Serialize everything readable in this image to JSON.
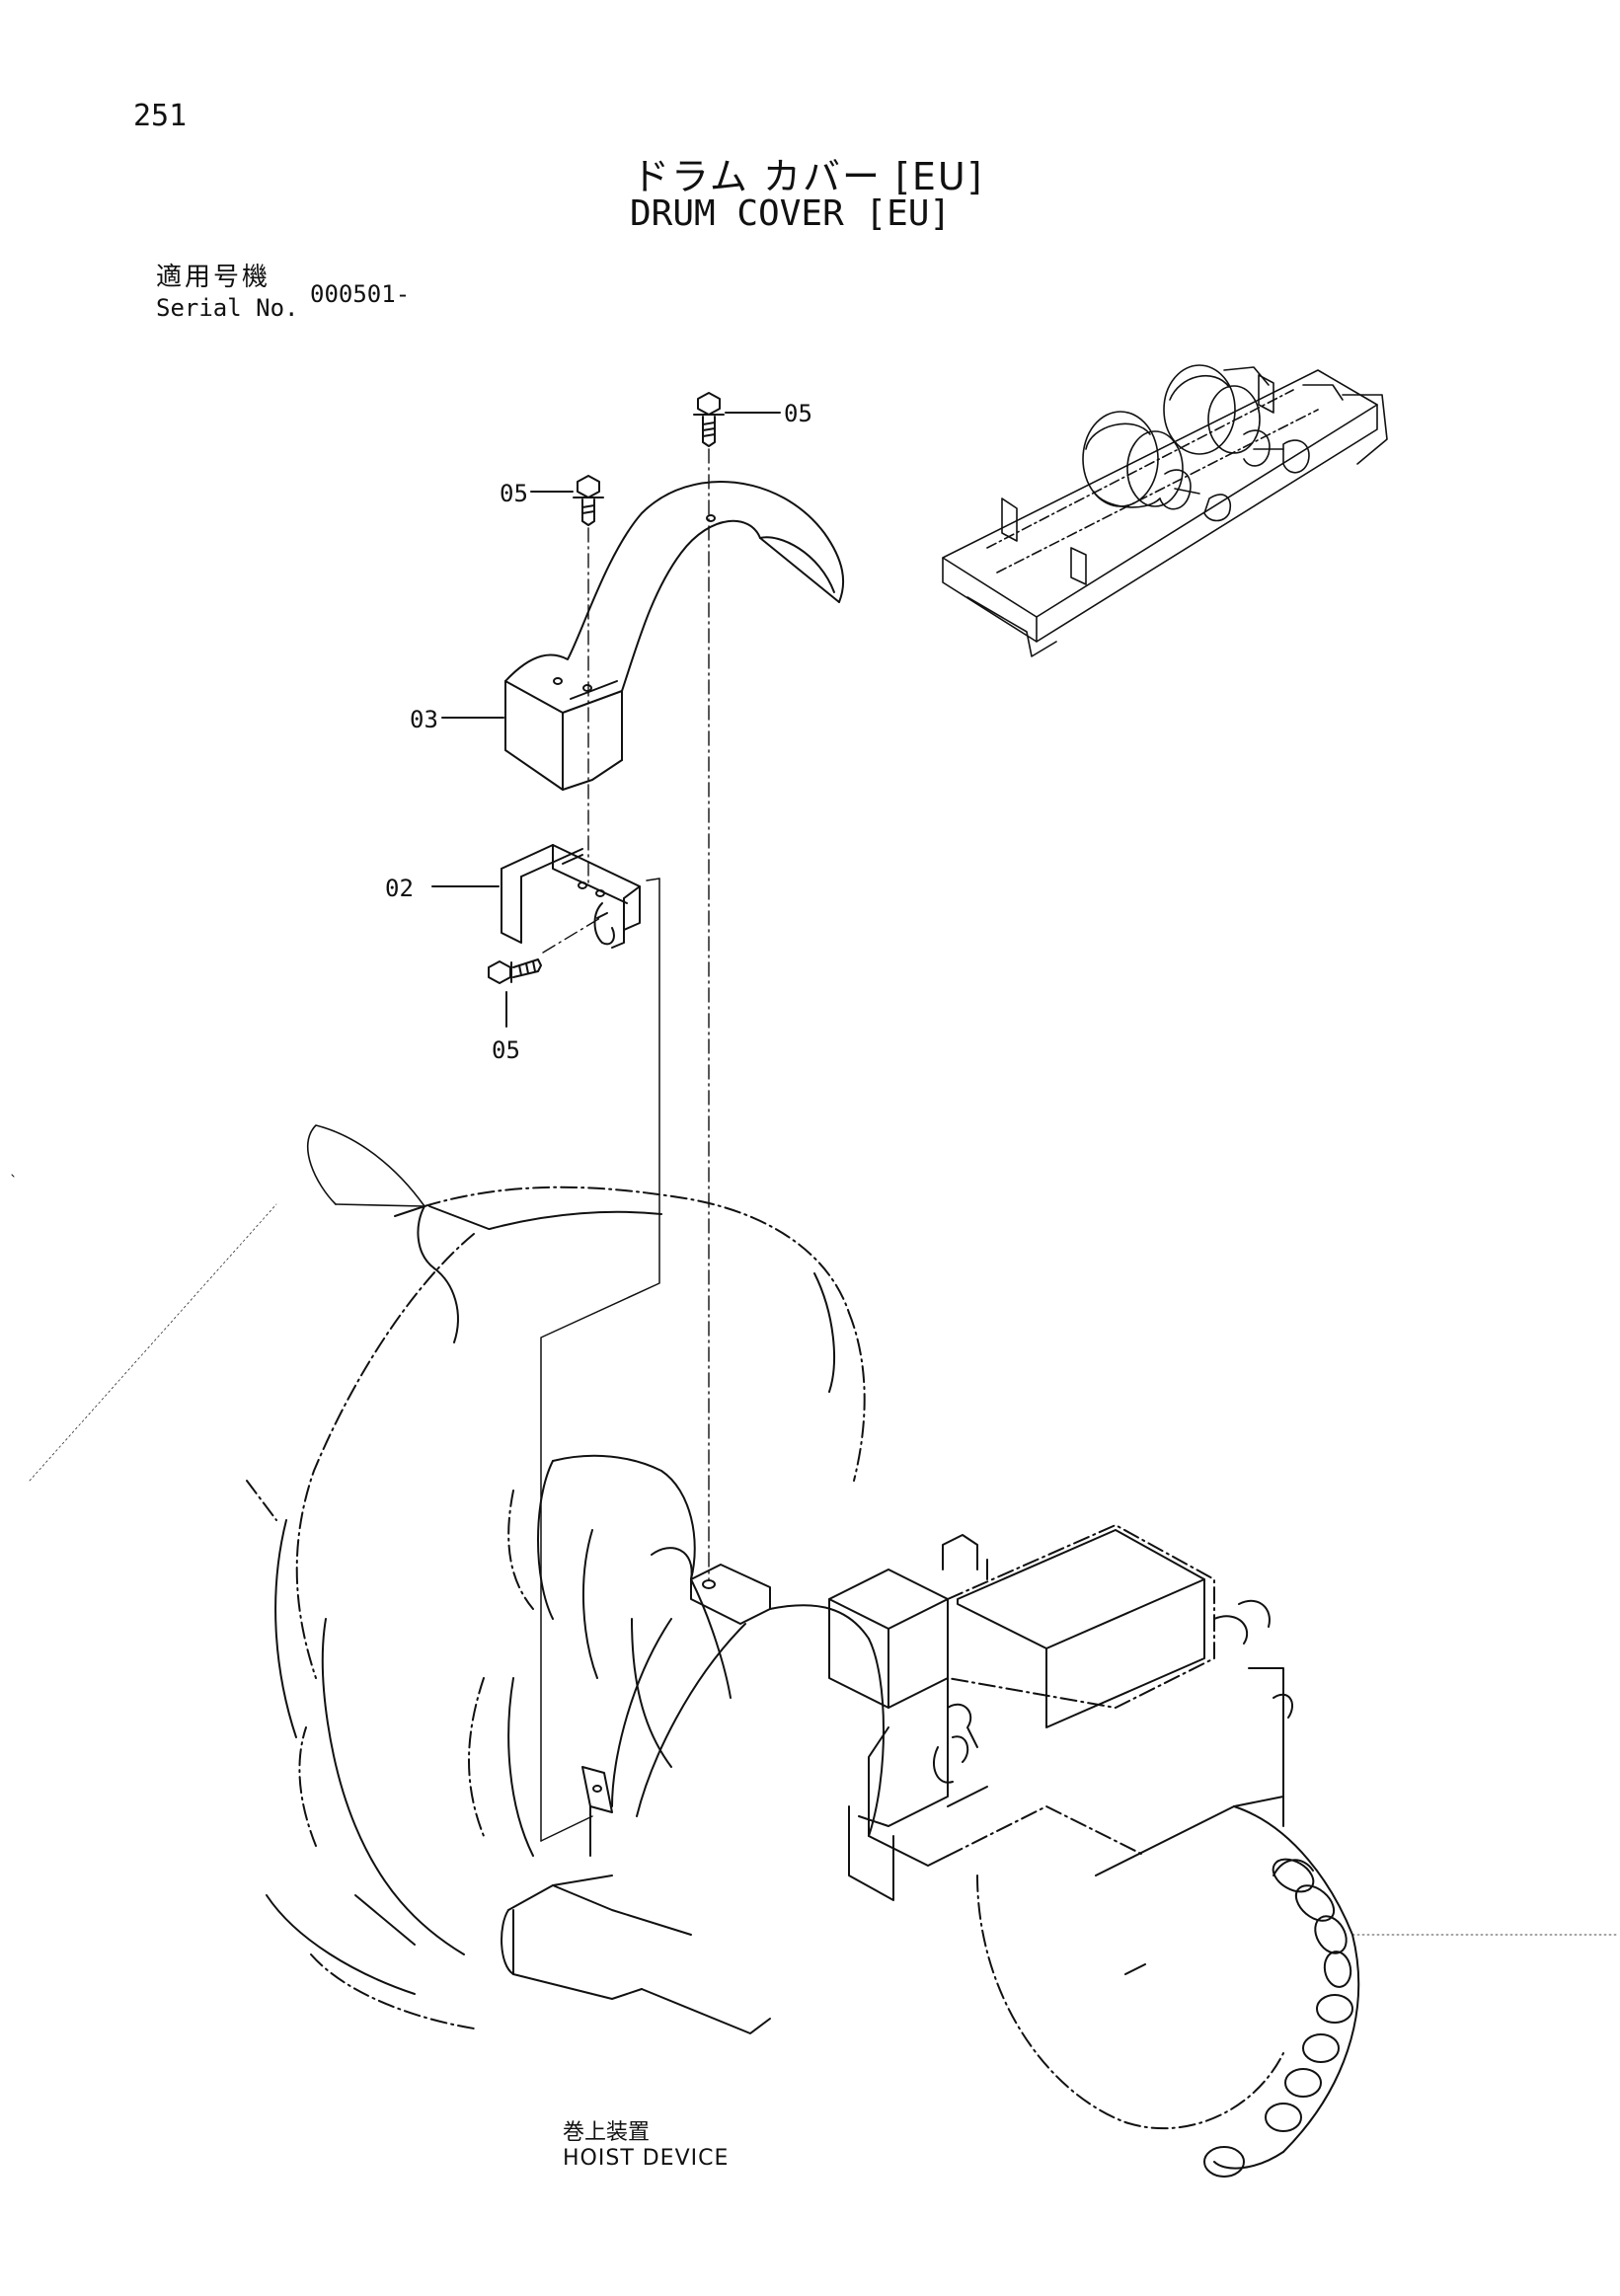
{
  "page": {
    "number": "251"
  },
  "title": {
    "ja": "ドラム カバー [EU]",
    "en": "DRUM COVER [EU]"
  },
  "serial": {
    "label_ja": "適用号機",
    "label_en": "Serial No.",
    "value": "000501-"
  },
  "callouts": {
    "bolt_top": "05",
    "bolt_left": "05",
    "cover": "03",
    "bracket": "02",
    "bolt_bottom": "05"
  },
  "assembly_label": {
    "ja": "巻上装置",
    "en": "HOIST DEVICE"
  }
}
